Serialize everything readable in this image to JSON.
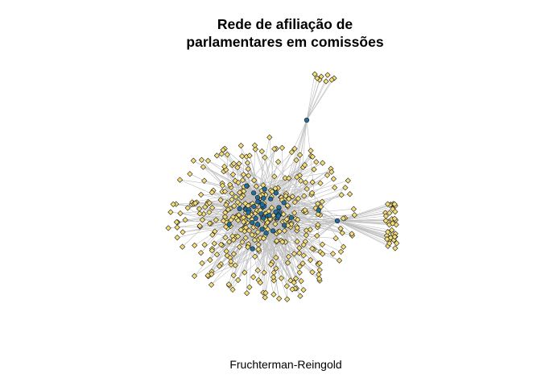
{
  "title": {
    "line1": "Rede de afiliação de",
    "line2": "parlamentares em comissões"
  },
  "subtitle": "Fruchterman-Reingold",
  "colors": {
    "member_node": "#F5DE7A",
    "committee_node": "#1F6E9C",
    "node_border": "#1a1a1a",
    "edge": "#BDBDBD",
    "background": "#FFFFFF"
  },
  "node_shapes": {
    "member_node": "diamond",
    "committee_node": "circle"
  }
}
